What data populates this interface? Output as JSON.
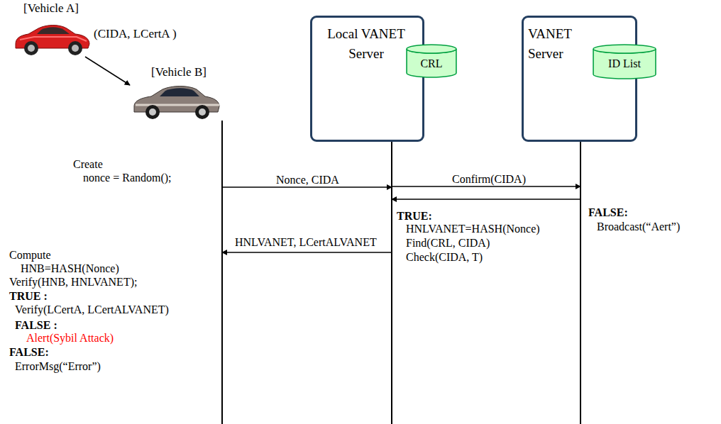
{
  "diagram": {
    "nodes": [
      {
        "text": [
          "[Vehicle A]",
          "(CIDA, LCertA )"
        ]
      },
      {
        "text": [
          "[Vehicle B]"
        ]
      },
      {
        "text": [
          "Local VANET Server"
        ]
      },
      {
        "text": [
          "CRL"
        ],
        "in": 2
      },
      {
        "text": [
          "VANET Server"
        ]
      },
      {
        "text": [
          "ID List"
        ],
        "in": 4
      }
    ],
    "edges": [
      {
        "from": 0,
        "to": 1,
        "arrow": "to"
      },
      {
        "from": 1,
        "to": 2,
        "label": "Nonce, CIDA",
        "arrow": "to"
      },
      {
        "from": 2,
        "to": 4,
        "label": "Confirm(CIDA)",
        "arrow": "to"
      },
      {
        "from": 4,
        "to": 2,
        "arrow": "to"
      },
      {
        "from": 2,
        "to": 1,
        "label": "HNLVANET, LCertALVANET",
        "arrow": "to"
      }
    ],
    "labels": [
      "Create",
      "nonce = Random();",
      "TRUE:",
      "HNLVANET=HASH(Nonce)",
      "Find(CRL, CIDA)",
      "Check(CIDA, T)",
      "FALSE:",
      "Broadcast(“Aert”)",
      "Compute",
      "HNB=HASH(Nonce)",
      "Verify(HNB, HNLVANET);",
      "TRUE :",
      "Verify(LCertA, LCertALVANET)",
      "FALSE :",
      "Alert(Sybil Attack)",
      "FALSE:",
      "ErrorMsg(“Error”)"
    ]
  }
}
